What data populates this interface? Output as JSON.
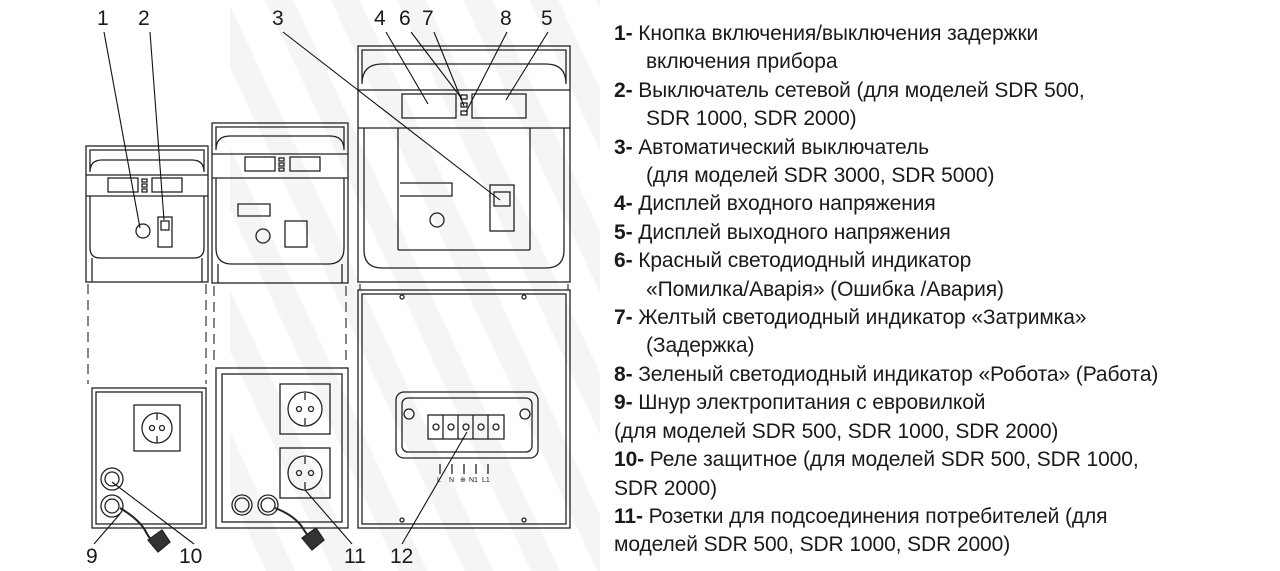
{
  "callouts": [
    "1",
    "2",
    "3",
    "4",
    "6",
    "7",
    "8",
    "5",
    "9",
    "10",
    "11",
    "12"
  ],
  "terminal_labels": [
    "L",
    "N",
    "⊕",
    "N1",
    "L1"
  ],
  "legend": [
    {
      "key": "1-",
      "line1": " Кнопка включения/выключения задержки",
      "line2": "включения прибора",
      "indent": true
    },
    {
      "key": "2-",
      "line1": " Выключатель сетевой (для моделей SDR 500,",
      "line2": "SDR 1000, SDR 2000)",
      "indent": true
    },
    {
      "key": "3-",
      "line1": " Автоматический  выключатель",
      "line2": "(для моделей SDR 3000, SDR 5000)",
      "indent": true
    },
    {
      "key": "4-",
      "line1": " Дисплей входного напряжения",
      "line2": "",
      "indent": true
    },
    {
      "key": "5-",
      "line1": " Дисплей выходного напряжения",
      "line2": "",
      "indent": true
    },
    {
      "key": "6-",
      "line1": " Красный светодиодный индикатор",
      "line2": "«Помилка/Аварія» (Ошибка /Авария)",
      "indent": true
    },
    {
      "key": "7-",
      "line1": " Желтый светодиодный индикатор «Затримка»",
      "line2": "(Задержка)",
      "indent": true
    },
    {
      "key": "8-",
      "line1": " Зеленый светодиодный индикатор «Робота» (Работа)",
      "line2": "",
      "indent": true
    },
    {
      "key": "9-",
      "line1": " Шнур электропитания с евровилкой",
      "line2": "(для моделей SDR 500, SDR 1000, SDR 2000)",
      "indent": false
    },
    {
      "key": "10-",
      "line1": " Реле защитное (для моделей SDR 500, SDR 1000,",
      "line2": "SDR 2000)",
      "indent": false
    },
    {
      "key": "11-",
      "line1": " Розетки для подсоединения потребителей (для",
      "line2": "моделей SDR 500, SDR 1000, SDR 2000)",
      "indent": false
    }
  ]
}
